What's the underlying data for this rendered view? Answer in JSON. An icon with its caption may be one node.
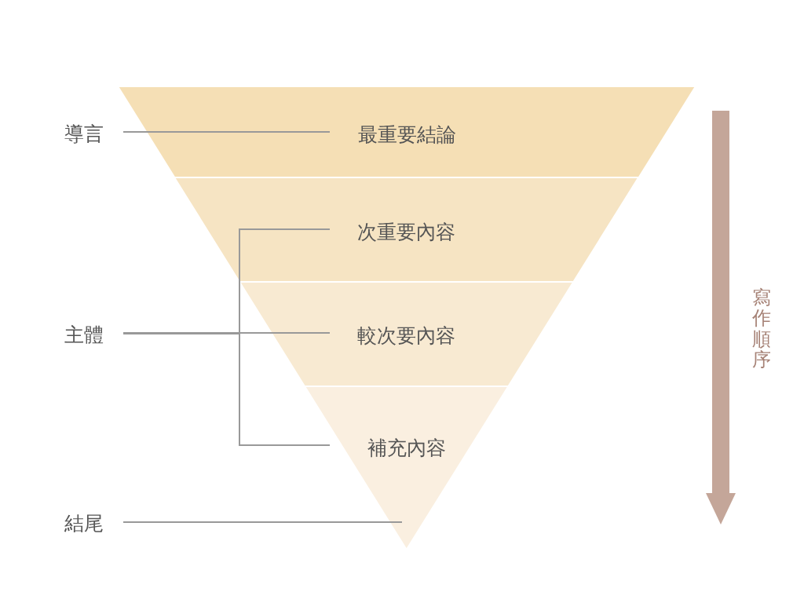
{
  "diagram": {
    "nodes": [
      {
        "text": [
          "導言"
        ]
      },
      {
        "text": [
          "最重要結論"
        ]
      },
      {
        "text": [
          "次重要內容"
        ]
      },
      {
        "text": [
          "主體"
        ]
      },
      {
        "text": [
          "較次要內容"
        ]
      },
      {
        "text": [
          "補充內容"
        ]
      },
      {
        "text": [
          "結尾"
        ]
      }
    ],
    "edges": [
      {
        "from": 0,
        "to": 1,
        "arrow": "none"
      },
      {
        "from": 3,
        "to": 2,
        "arrow": "none"
      },
      {
        "from": 3,
        "to": 4,
        "arrow": "none"
      },
      {
        "from": 3,
        "to": 5,
        "arrow": "none"
      },
      {
        "from": 6,
        "to": 5,
        "arrow": "none"
      }
    ],
    "labels": [
      "寫作順序"
    ]
  }
}
